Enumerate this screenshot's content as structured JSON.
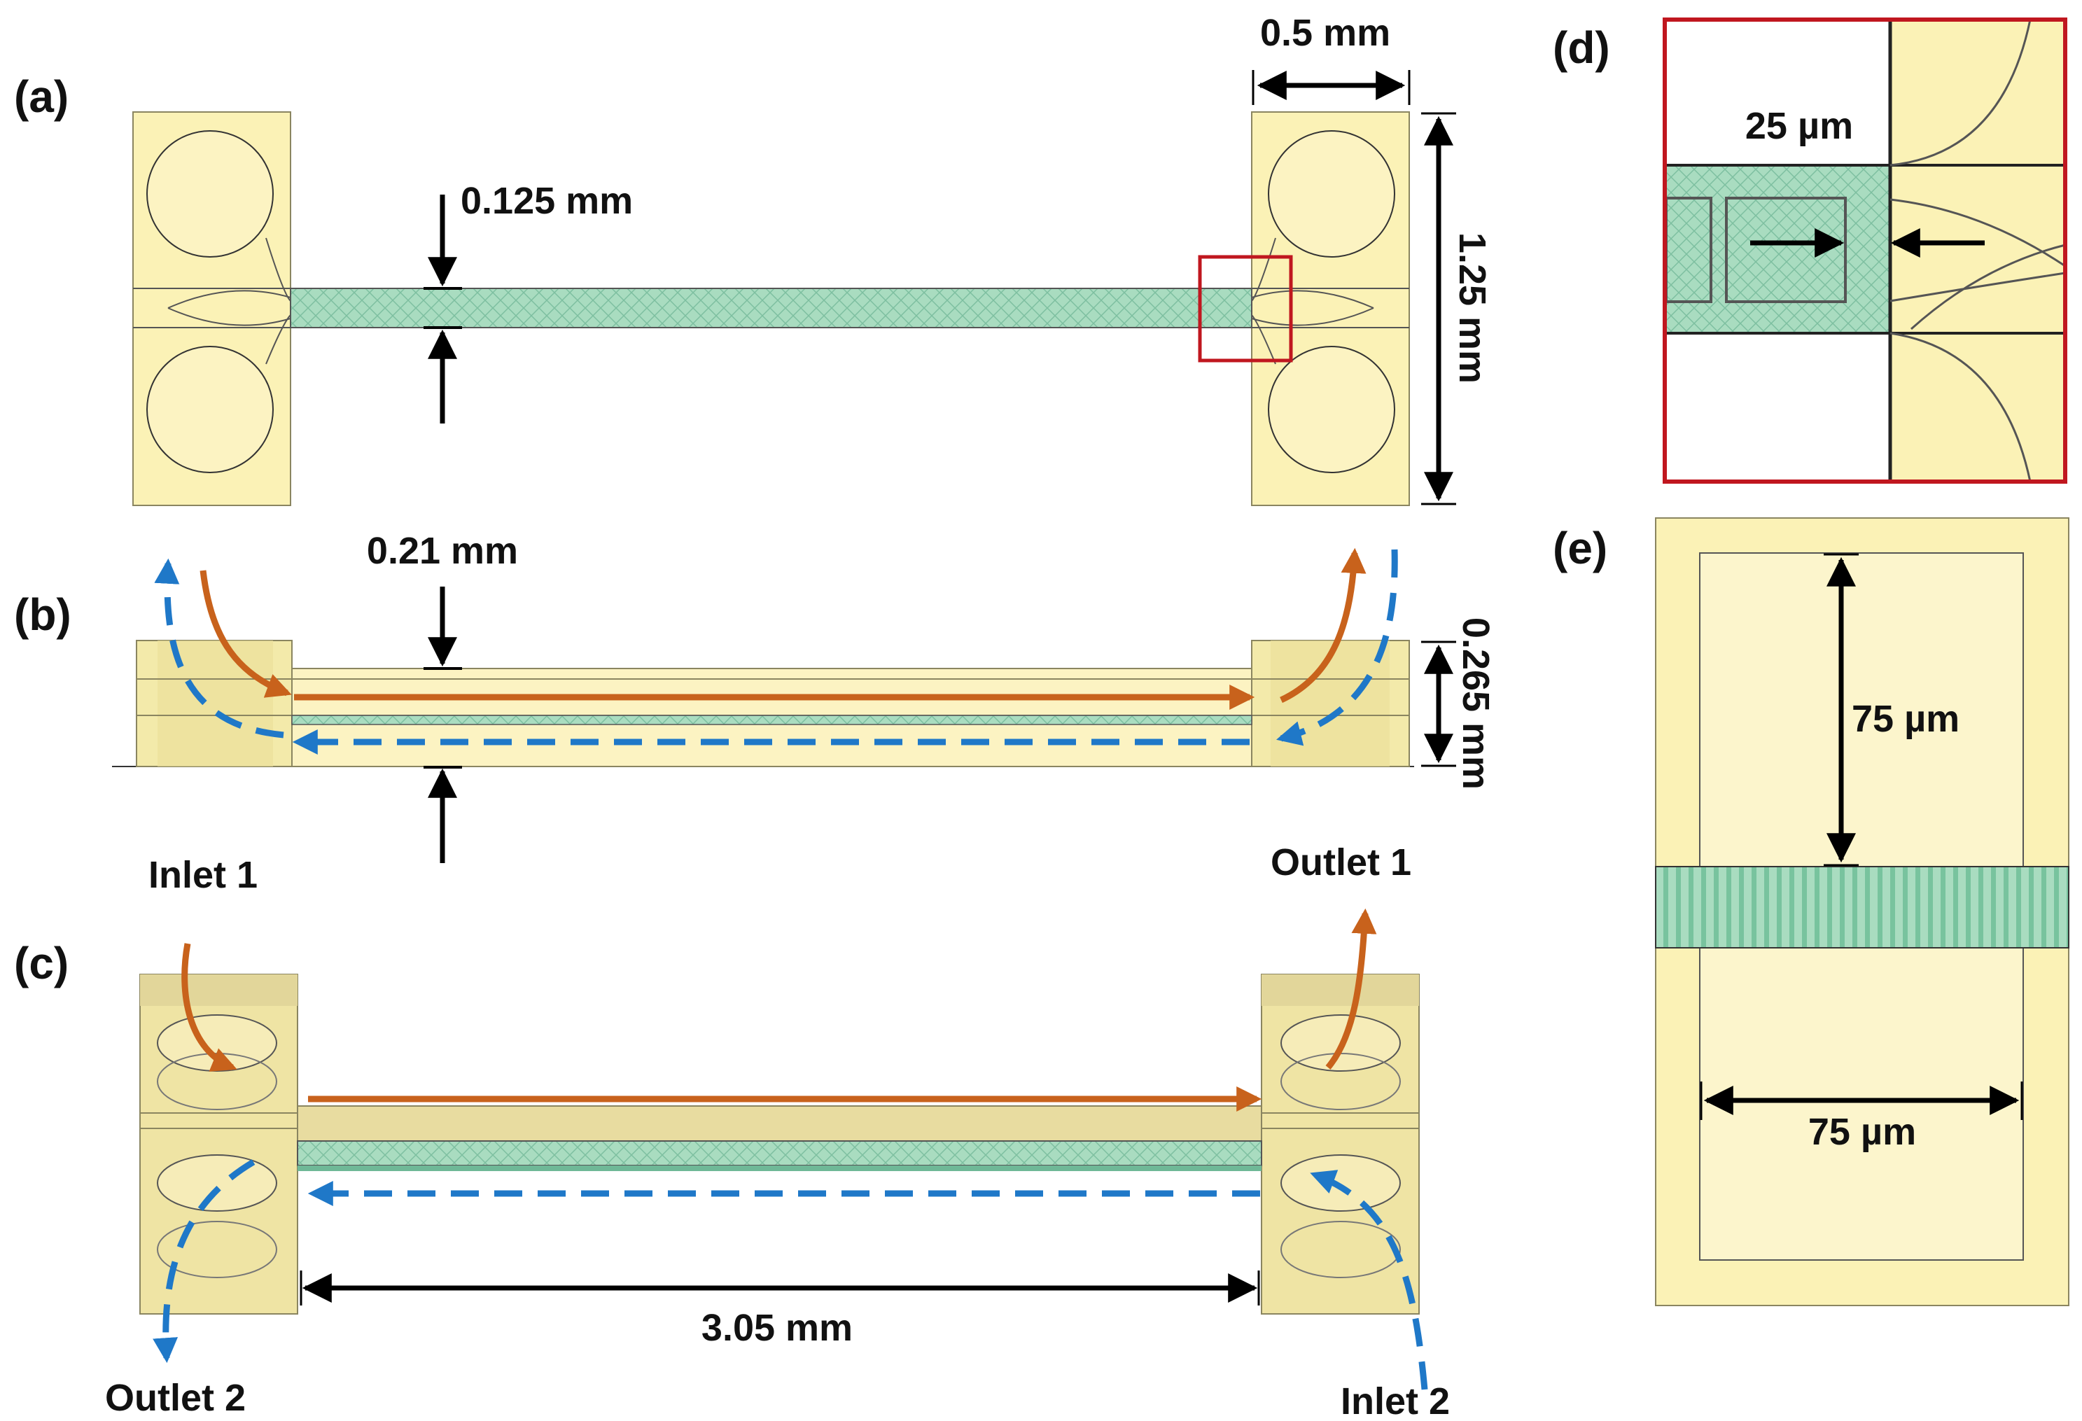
{
  "panels": {
    "a": "(a)",
    "b": "(b)",
    "c": "(c)",
    "d": "(d)",
    "e": "(e)"
  },
  "dimensions": {
    "top_width": "0.5 mm",
    "channel_width": "0.125 mm",
    "block_height": "1.25 mm",
    "channel_depth": "0.21 mm",
    "block_thickness": "0.265 mm",
    "channel_length": "3.05 mm",
    "gap": "25 µm",
    "pore_height": "75 µm",
    "pore_width": "75 µm"
  },
  "ports": {
    "inlet1": "Inlet 1",
    "outlet1": "Outlet 1",
    "outlet2": "Outlet 2",
    "inlet2": "Inlet 2"
  },
  "colors": {
    "block_fill": "#fbf2b6",
    "block_stroke": "#8a8560",
    "membrane": "#a9dcc0",
    "membrane_dark": "#6fb897",
    "orange_flow": "#c8621c",
    "blue_flow": "#1f78c8",
    "highlight_box": "#c0171f",
    "dim_arrow": "#000000"
  }
}
